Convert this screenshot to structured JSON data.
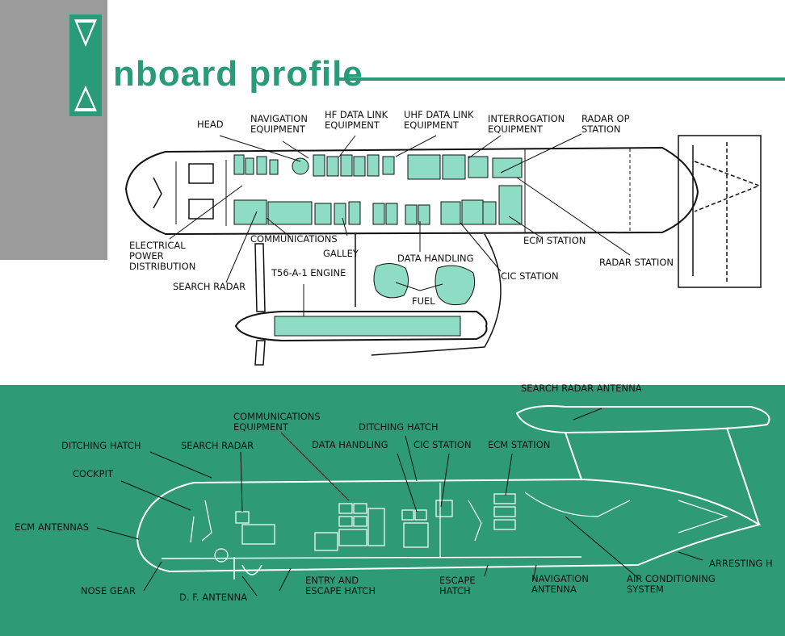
{
  "colors": {
    "accent": "#2a9b78",
    "panel": "#2e9a76",
    "gray": "#9a9b9a",
    "fill": "#8fdcc4",
    "ink": "#111111"
  },
  "title": {
    "initial_icon": "y-shaped-initial-icon",
    "text": "nboard profile"
  },
  "top_labels": {
    "head": "HEAD",
    "navigation_equipment": "NAVIGATION\nEQUIPMENT",
    "hf_data_link": "HF DATA LINK\nEQUIPMENT",
    "uhf_data_link": "UHF DATA LINK\nEQUIPMENT",
    "interrogation": "INTERROGATION\nEQUIPMENT",
    "radar_op": "RADAR OP\nSTATION",
    "electrical_power": "ELECTRICAL\nPOWER\nDISTRIBUTION",
    "communications": "COMMUNICATIONS",
    "galley": "GALLEY",
    "data_handling": "DATA HANDLING",
    "ecm_station": "ECM STATION",
    "radar_station": "RADAR STATION",
    "search_radar": "SEARCH RADAR",
    "engine": "T56-A-1 ENGINE",
    "cic_station": "CIC STATION",
    "fuel": "FUEL"
  },
  "bottom_labels": {
    "search_radar_antenna": "SEARCH RADAR ANTENNA",
    "communications_equipment": "COMMUNICATIONS\nEQUIPMENT",
    "ditching_hatch_mid": "DITCHING HATCH",
    "ditching_hatch_left": "DITCHING HATCH",
    "search_radar": "SEARCH RADAR",
    "data_handling": "DATA HANDLING",
    "cic_station": "CIC STATION",
    "ecm_station": "ECM STATION",
    "cockpit": "COCKPIT",
    "ecm_antennas": "ECM ANTENNAS",
    "arresting_hook": "ARRESTING H",
    "nose_gear": "NOSE GEAR",
    "df_antenna": "D. F. ANTENNA",
    "entry_escape_hatch": "ENTRY AND\nESCAPE HATCH",
    "escape_hatch": "ESCAPE\nHATCH",
    "navigation_antenna": "NAVIGATION\nANTENNA",
    "air_conditioning": "AIR CONDITIONING\nSYSTEM"
  }
}
